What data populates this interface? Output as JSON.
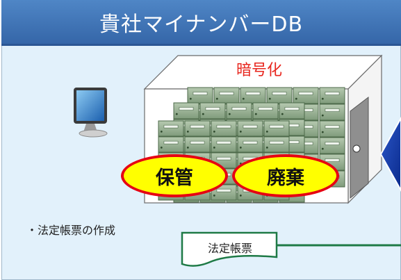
{
  "title": "貴社マイナンバーDB",
  "encrypt_label": "暗号化",
  "store_label": "保管",
  "dispose_label": "廃棄",
  "bullet_text": "・法定帳票の作成",
  "document_label": "法定帳票",
  "colors": {
    "title_bg": "#3f76ba",
    "panel_bg": "#e2f1fb",
    "oval_fill": "#ffff00",
    "oval_border": "#e60012",
    "encrypt_text": "#e8261e",
    "connector": "#1e7a46"
  },
  "icons": [
    "computer-icon",
    "vault-icon"
  ]
}
